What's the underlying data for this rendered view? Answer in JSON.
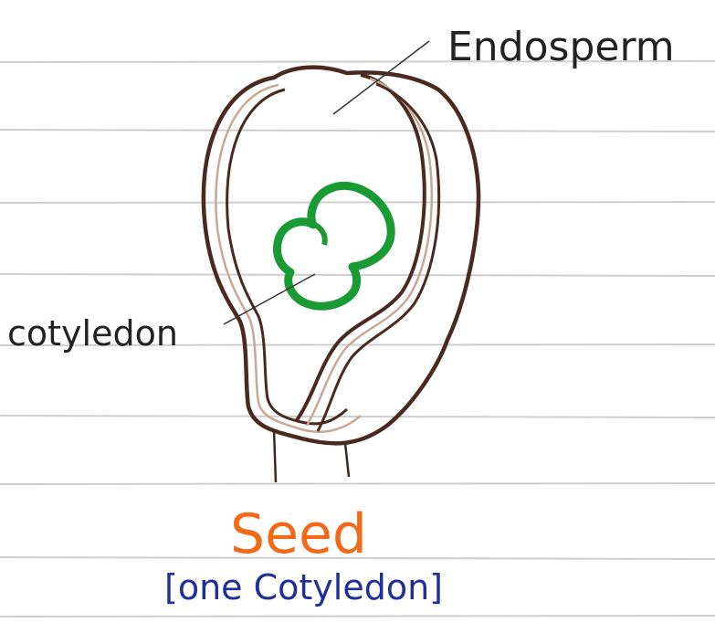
{
  "labels": {
    "endosperm": "Endosperm",
    "cotyledon": "cotyledon",
    "title": "Seed",
    "subtitle": "[one Cotyledon]"
  },
  "colors": {
    "paper": "#ffffff",
    "ruled_line": "#cfcfcf",
    "seed_outline": "#4a2a1e",
    "seed_inner_line": "#c9a896",
    "cotyledon": "#1a9a33",
    "leader_line": "#333333",
    "label_text": "#222222",
    "title": "#f06a1a",
    "subtitle": "#1e2f9a"
  }
}
